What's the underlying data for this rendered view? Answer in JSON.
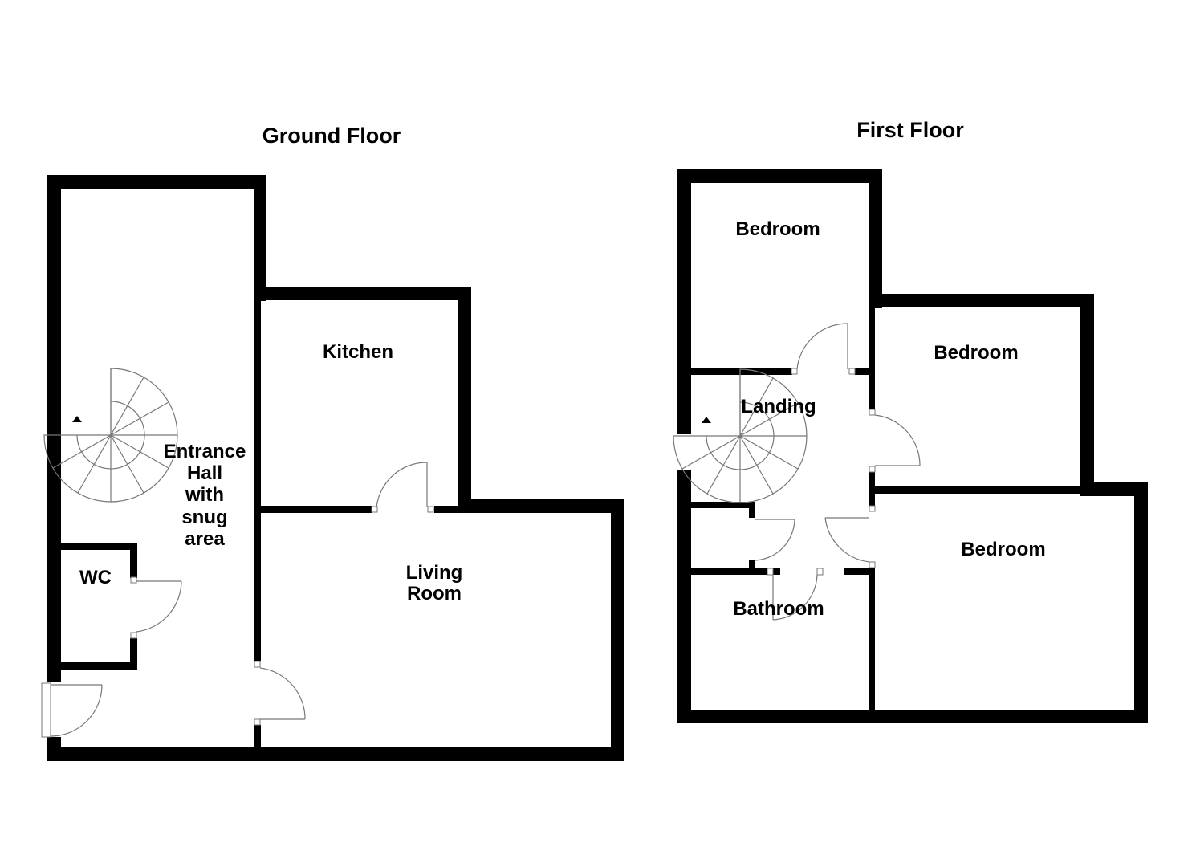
{
  "floors": [
    {
      "title": "Ground Floor",
      "rooms": {
        "entrance_hall": [
          "Entrance",
          "Hall",
          "with",
          "snug",
          "area"
        ],
        "kitchen": "Kitchen",
        "living_room": [
          "Living",
          "Room"
        ],
        "wc": "WC"
      }
    },
    {
      "title": "First Floor",
      "rooms": {
        "bedroom_1": "Bedroom",
        "bedroom_2": "Bedroom",
        "bedroom_3": "Bedroom",
        "landing": "Landing",
        "bathroom": "Bathroom"
      }
    }
  ],
  "colors": {
    "wall": "#000000",
    "fixture_line": "#777777",
    "background": "#ffffff"
  }
}
